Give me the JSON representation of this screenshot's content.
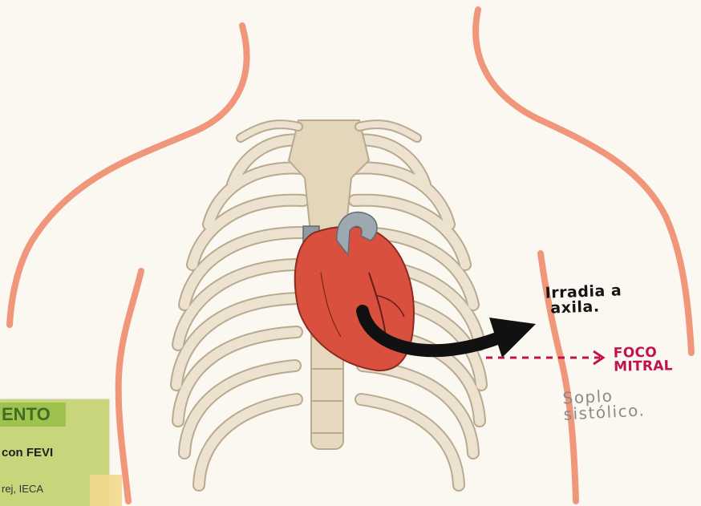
{
  "labels": {
    "irradia_line1": "Irradia a",
    "irradia_line2": "axila.",
    "foco_line1": "FOCO",
    "foco_line2": "MITRAL",
    "soplo_line1": "Soplo",
    "soplo_line2": "sistólico."
  },
  "note": {
    "title": "ENTO",
    "line1": "con FEVI",
    "line2": "rej, IECA"
  },
  "colors": {
    "body_outline": "#f0967a",
    "bone": "#ece2cf",
    "bone_shadow": "#b9a98f",
    "heart": "#d9503f",
    "vessel": "#8f9aa3",
    "arrow": "#111111",
    "foco": "#c0124d",
    "note": "#c8d57a"
  }
}
